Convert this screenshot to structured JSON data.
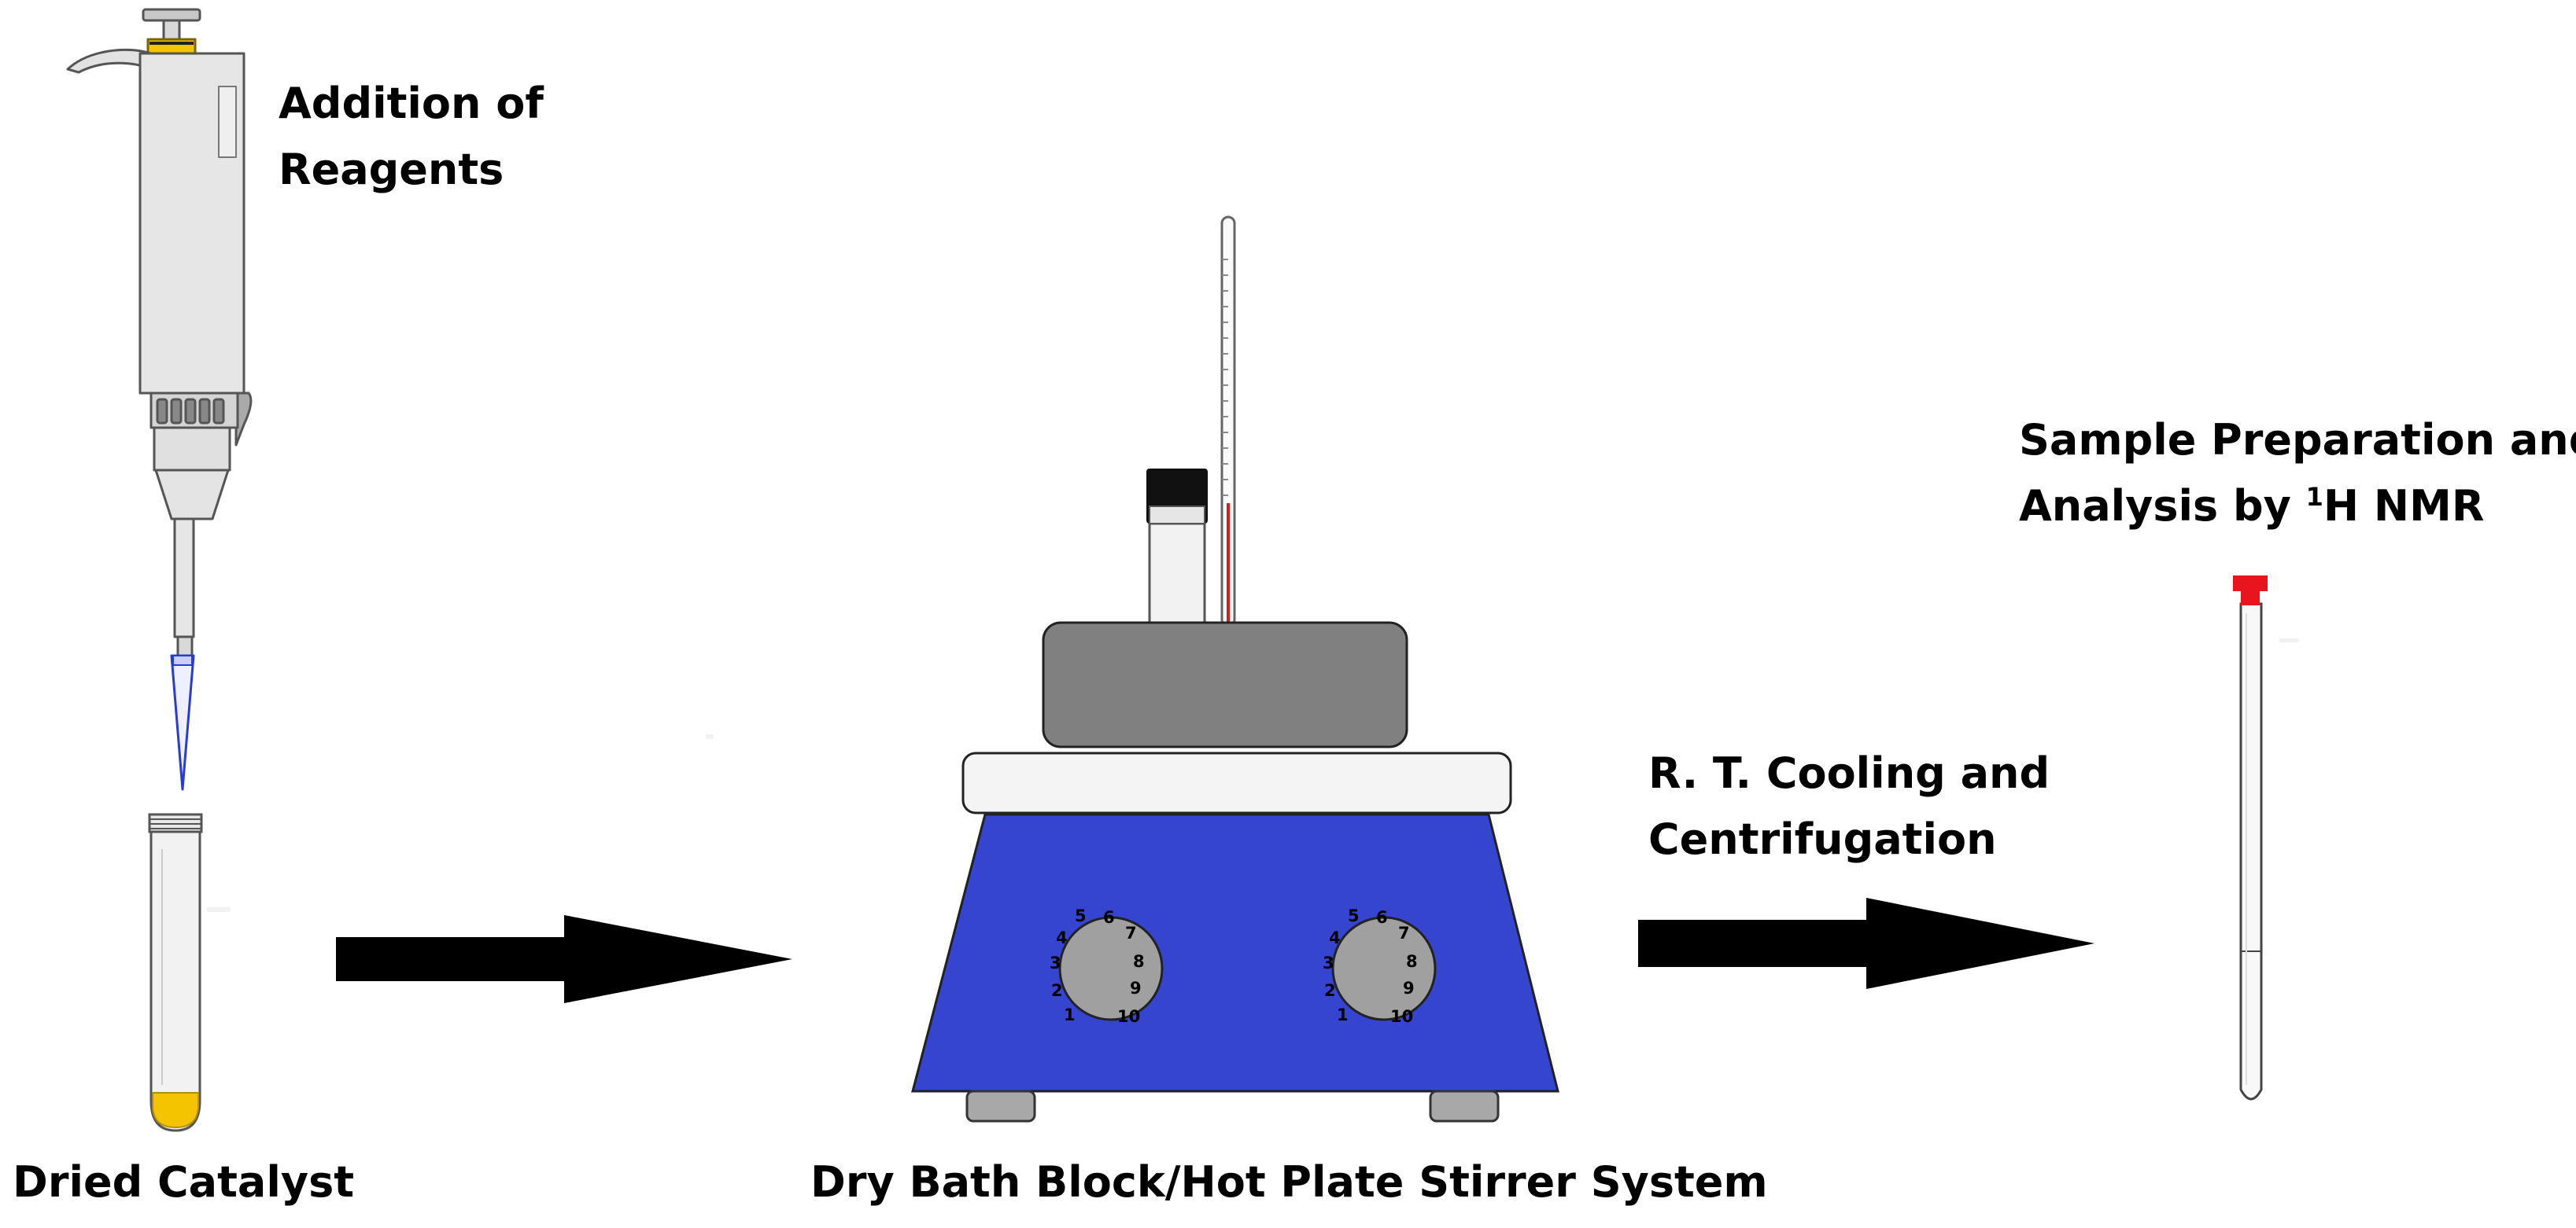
{
  "labels": {
    "addition_line1": "Addition of",
    "addition_line2": "Reagents",
    "dried_catalyst": "Dried Catalyst",
    "dry_bath": "Dry Bath Block/Hot Plate Stirrer System",
    "cooling_line1": "R. T. Cooling and",
    "cooling_line2": "Centrifugation",
    "nmr_line1": "Sample Preparation and",
    "nmr_line2_prefix": "Analysis by ",
    "nmr_superscript": "1",
    "nmr_line2_suffix": "H NMR"
  },
  "dial_numbers": [
    "1",
    "2",
    "3",
    "4",
    "5",
    "6",
    "7",
    "8",
    "9",
    "10"
  ],
  "colors": {
    "hot_plate_body": "#3545D0",
    "catalyst": "#F5C400",
    "nmr_cap": "#E8141E",
    "thermometer_liquid": "#D02020",
    "heating_block": "#808080",
    "dial": "#A0A0A0",
    "pipette_body": "#E6E6E6"
  }
}
